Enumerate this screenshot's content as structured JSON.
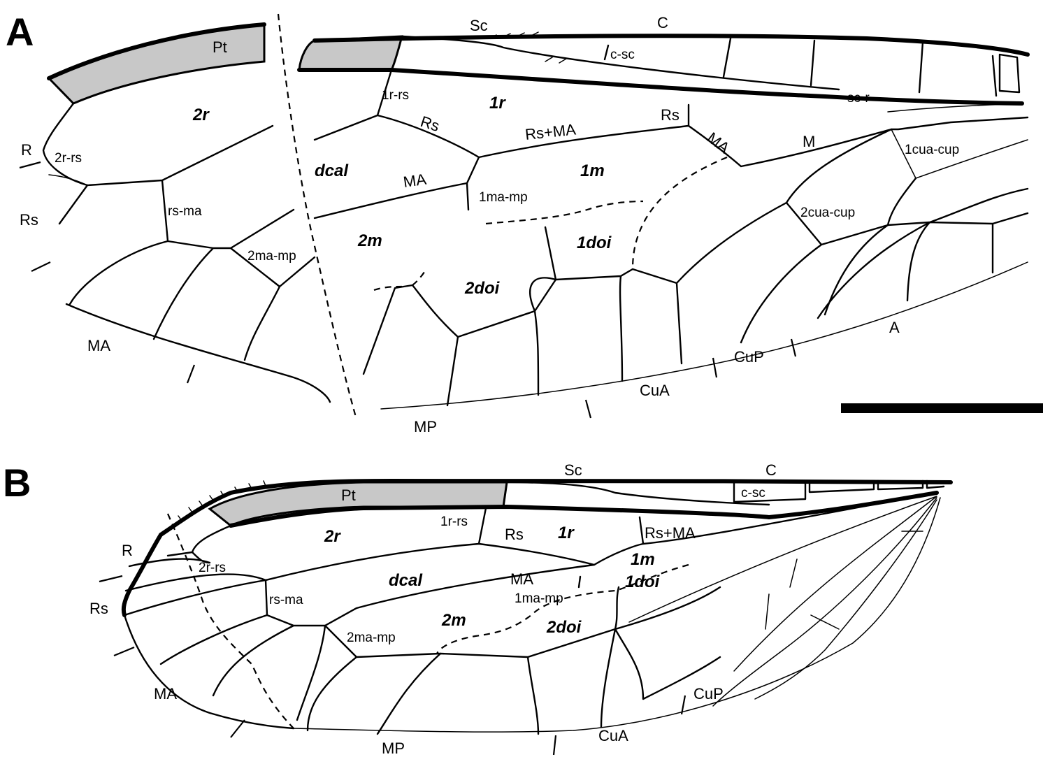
{
  "panels": {
    "a": "A",
    "b": "B"
  },
  "wing_a": {
    "pt": "Pt",
    "sc": "Sc",
    "c": "C",
    "c_sc": "c-sc",
    "sc_r": "sc-r",
    "r1_rs": "1r-rs",
    "rs_top": "Rs",
    "r1": "1r",
    "rs_ma": "Rs+MA",
    "rs_right": "Rs",
    "ma_diag": "MA",
    "m": "M",
    "cua_cup1": "1cua-cup",
    "r2": "2r",
    "r": "R",
    "r2_rs": "2r-rs",
    "dcal": "dcal",
    "ma_mid": "MA",
    "m1": "1m",
    "ma_mp1": "1ma-mp",
    "rs_left": "Rs",
    "rs_ma_cross": "rs-ma",
    "cua_cup2": "2cua-cup",
    "m2": "2m",
    "doi1": "1doi",
    "ma_mp2": "2ma-mp",
    "doi2": "2doi",
    "ma_bottom": "MA",
    "a": "A",
    "cup": "CuP",
    "cua": "CuA",
    "mp": "MP"
  },
  "wing_b": {
    "sc": "Sc",
    "c": "C",
    "pt": "Pt",
    "c_sc": "c-sc",
    "r1_rs": "1r-rs",
    "rs": "Rs",
    "r1": "1r",
    "rs_ma": "Rs+MA",
    "r2": "2r",
    "r": "R",
    "m1": "1m",
    "r2_rs": "2r-rs",
    "doi1": "1doi",
    "dcal": "dcal",
    "ma_mid": "MA",
    "rs_left": "Rs",
    "rs_ma_cross": "rs-ma",
    "ma_mp1": "1ma-mp",
    "m2": "2m",
    "doi2": "2doi",
    "ma_mp2": "2ma-mp",
    "cup": "CuP",
    "ma_bottom": "MA",
    "cua": "CuA",
    "mp": "MP"
  }
}
